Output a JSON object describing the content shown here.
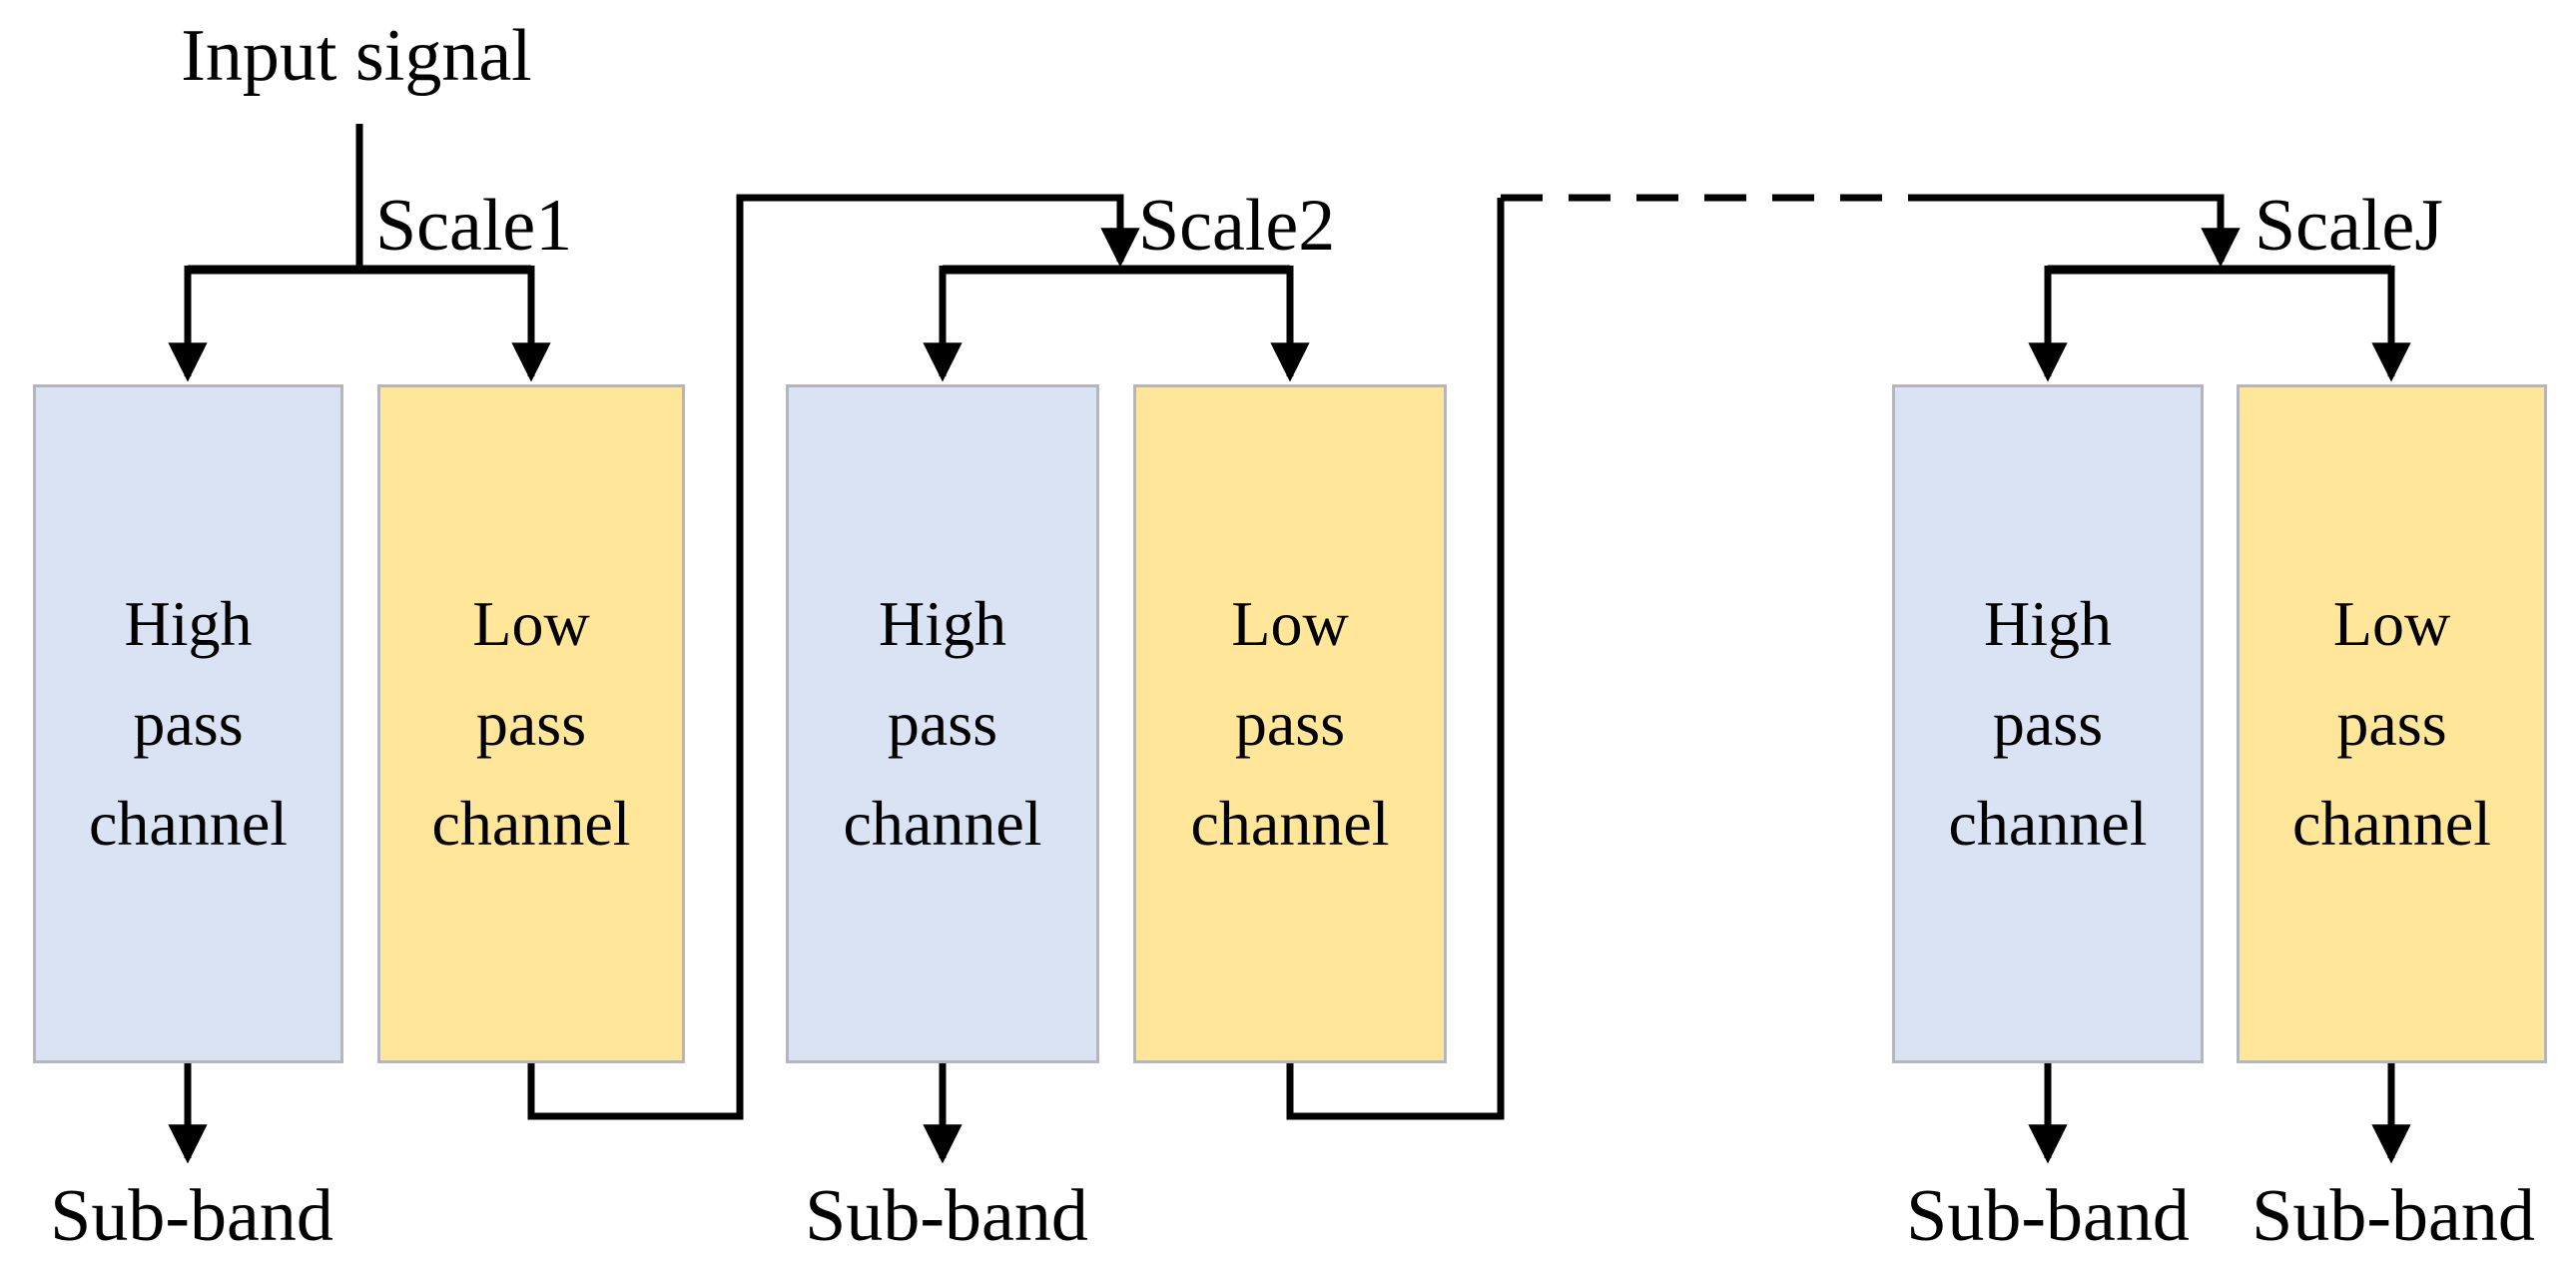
{
  "header": {
    "input_label": "Input signal"
  },
  "scales": [
    {
      "label": "Scale1"
    },
    {
      "label": "Scale2"
    },
    {
      "label": "ScaleJ"
    }
  ],
  "boxes": [
    {
      "type": "high-pass",
      "label": "High pass channel"
    },
    {
      "type": "low-pass",
      "label": "Low pass channel"
    },
    {
      "type": "high-pass",
      "label": "High pass channel"
    },
    {
      "type": "low-pass",
      "label": "Low pass channel"
    },
    {
      "type": "high-pass",
      "label": "High pass channel"
    },
    {
      "type": "low-pass",
      "label": "Low pass channel"
    }
  ],
  "outputs": [
    {
      "label": "Sub-band"
    },
    {
      "label": "Sub-band"
    },
    {
      "label": "Sub-band"
    },
    {
      "label": "Sub-band"
    }
  ],
  "colors": {
    "high_pass_fill": "#dae3f3",
    "low_pass_fill": "#ffe699",
    "box_border": "#b3b7bd",
    "line": "#000000",
    "text": "#000000",
    "background": "#ffffff"
  }
}
